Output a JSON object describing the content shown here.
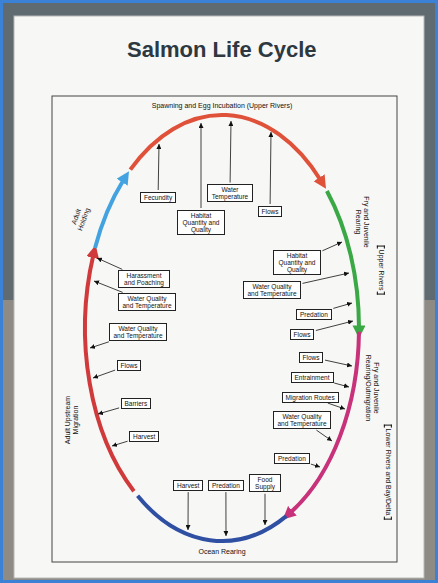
{
  "diagram": {
    "title": "Salmon Life Cycle",
    "nodes": [
      {
        "text": [
          "Fecundity"
        ]
      },
      {
        "text": [
          "Habitat Quantity and Quality"
        ]
      },
      {
        "text": [
          "Water Temperature"
        ]
      },
      {
        "text": [
          "Flows"
        ]
      },
      {
        "text": [
          "Habitat Quantity and Quality"
        ]
      },
      {
        "text": [
          "Water Quality and Temperature"
        ]
      },
      {
        "text": [
          "Predation"
        ]
      },
      {
        "text": [
          "Flows"
        ]
      },
      {
        "text": [
          "Flows"
        ]
      },
      {
        "text": [
          "Entrainment"
        ]
      },
      {
        "text": [
          "Migration Routes"
        ]
      },
      {
        "text": [
          "Water Quality and Temperature"
        ]
      },
      {
        "text": [
          "Predation"
        ]
      },
      {
        "text": [
          "Harvest"
        ]
      },
      {
        "text": [
          "Predation"
        ]
      },
      {
        "text": [
          "Food Supply"
        ]
      },
      {
        "text": [
          "Water Quality and Temperature"
        ]
      },
      {
        "text": [
          "Flows"
        ]
      },
      {
        "text": [
          "Barriers"
        ]
      },
      {
        "text": [
          "Harvest"
        ]
      },
      {
        "text": [
          "Harassment and Poaching"
        ]
      },
      {
        "text": [
          "Water Quality and Temperature"
        ]
      }
    ],
    "labels": [
      "Spawning and Egg Incubation (Upper Rivers)",
      "Fry and Juvenile Rearing",
      "Upper Rivers",
      "Fry and Juvenile Rearing/Outmigration",
      "Lower Rivers and Bay/Delta",
      "Ocean Rearing",
      "Adult Upstream Migration",
      "Adult Holding"
    ]
  }
}
